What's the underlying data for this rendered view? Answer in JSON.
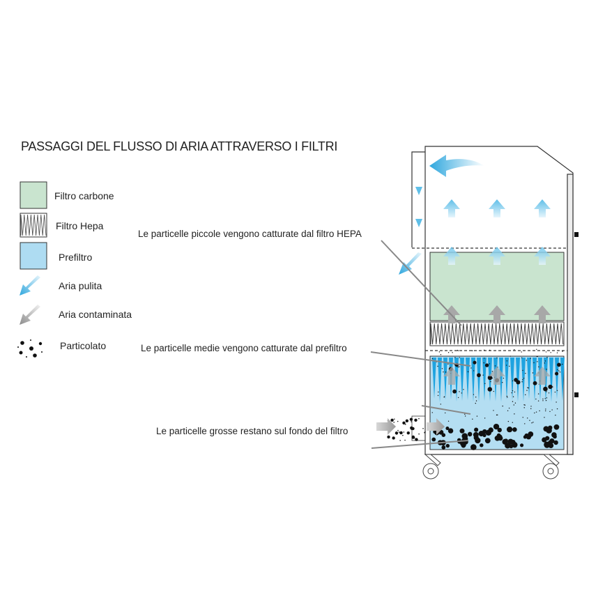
{
  "title": "PASSAGGI DEL FLUSSO DI ARIA ATTRAVERSO I FILTRI",
  "legend": [
    {
      "label": "Filtro carbone",
      "icon": "carbon-filter-swatch",
      "color": "#c9e4cf"
    },
    {
      "label": "Filtro Hepa",
      "icon": "hepa-filter-swatch"
    },
    {
      "label": "Prefiltro",
      "icon": "prefilter-swatch",
      "color": "#aedcf2"
    },
    {
      "label": "Aria pulita",
      "icon": "clean-air-arrow-icon",
      "color": "#3aaee0"
    },
    {
      "label": "Aria contaminata",
      "icon": "contaminated-air-arrow-icon",
      "color": "#9a9a9a"
    },
    {
      "label": "Particolato",
      "icon": "particulate-icon"
    }
  ],
  "annotations": {
    "small": "Le particelle piccole vengono catturate dal filtro HEPA",
    "medium": "Le particelle medie vengono catturate dal prefiltro",
    "large": "Le particelle grosse restano sul fondo del filtro"
  }
}
